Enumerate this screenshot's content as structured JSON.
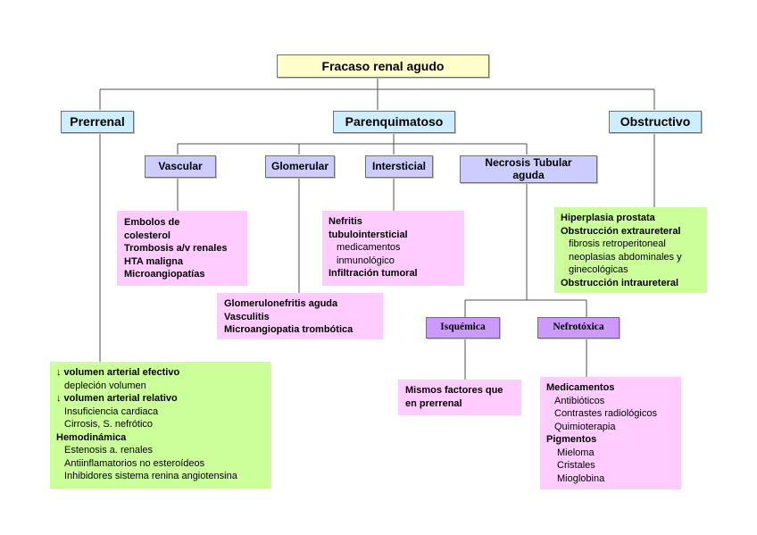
{
  "diagram": {
    "root": {
      "label": "Fracaso renal agudo"
    },
    "categories": {
      "prerrenal": {
        "label": "Prerrenal"
      },
      "parenquimatoso": {
        "label": "Parenquimatoso"
      },
      "obstructivo": {
        "label": "Obstructivo"
      }
    },
    "parenquimatoso_types": {
      "vascular": {
        "label": "Vascular"
      },
      "glomerular": {
        "label": "Glomerular"
      },
      "intersticial": {
        "label": "Intersticial"
      },
      "ntа": {
        "label": "Necrosis Tubular aguda"
      }
    },
    "ntа_types": {
      "isquemica": {
        "label": "Isquémica"
      },
      "nefrotoxica": {
        "label": "Nefrotóxica"
      }
    },
    "details": {
      "vascular": [
        {
          "text": "Embolos de",
          "bold": true
        },
        {
          "text": "colesterol",
          "bold": true
        },
        {
          "text": "Trombosis a/v renales",
          "bold": true
        },
        {
          "text": "HTA maligna",
          "bold": true
        },
        {
          "text": "Microangiopatías",
          "bold": true
        }
      ],
      "glomerular": [
        {
          "text": "Glomerulonefritis aguda",
          "bold": true
        },
        {
          "text": "Vasculitis",
          "bold": true
        },
        {
          "text": "Microangiopatia trombótica",
          "bold": true
        }
      ],
      "intersticial": [
        {
          "text": "Nefritis",
          "bold": true
        },
        {
          "text": "tubulointersticial",
          "bold": true
        },
        {
          "text": "medicamentos",
          "bold": false
        },
        {
          "text": "inmunológico",
          "bold": false
        },
        {
          "text": "Infiltración tumoral",
          "bold": true
        }
      ],
      "obstructivo": [
        {
          "text": "Hiperplasia prostata",
          "bold": true
        },
        {
          "text": "Obstrucción extraureteral",
          "bold": true
        },
        {
          "text": "fibrosis retroperitoneal",
          "bold": false
        },
        {
          "text": "neoplasias abdominales y",
          "bold": false
        },
        {
          "text": "ginecológicas",
          "bold": false
        },
        {
          "text": "Obstrucción intraureteral",
          "bold": true
        }
      ],
      "prerrenal": [
        {
          "text": "↓ volumen arterial efectivo",
          "bold": true
        },
        {
          "text": "depleción volumen",
          "bold": false
        },
        {
          "text": "↓ volumen arterial relativo",
          "bold": true
        },
        {
          "text": "Insuficiencia cardiaca",
          "bold": false
        },
        {
          "text": "Cirrosis, S. nefrótico",
          "bold": false
        },
        {
          "text": "Hemodinámica",
          "bold": true
        },
        {
          "text": "Estenosis a. renales",
          "bold": false
        },
        {
          "text": "Antiinflamatorios no esteroídeos",
          "bold": false
        },
        {
          "text": "Inhibidores sistema renina angiotensina",
          "bold": false
        }
      ],
      "isquemica": [
        {
          "text": "Mismos factores que",
          "bold": true
        },
        {
          "text": "en prerrenal",
          "bold": true
        }
      ],
      "nefrotoxica": [
        {
          "text": "Medicamentos",
          "bold": true
        },
        {
          "text": "Antibióticos",
          "bold": false
        },
        {
          "text": "Contrastes radiológicos",
          "bold": false
        },
        {
          "text": "Quimioterapia",
          "bold": false
        },
        {
          "text": "Pigmentos",
          "bold": true
        },
        {
          "text": "Mieloma",
          "bold": false,
          "indent": 2
        },
        {
          "text": "Cristales",
          "bold": false,
          "indent": 2
        },
        {
          "text": "Mioglobina",
          "bold": false,
          "indent": 2
        }
      ]
    }
  }
}
